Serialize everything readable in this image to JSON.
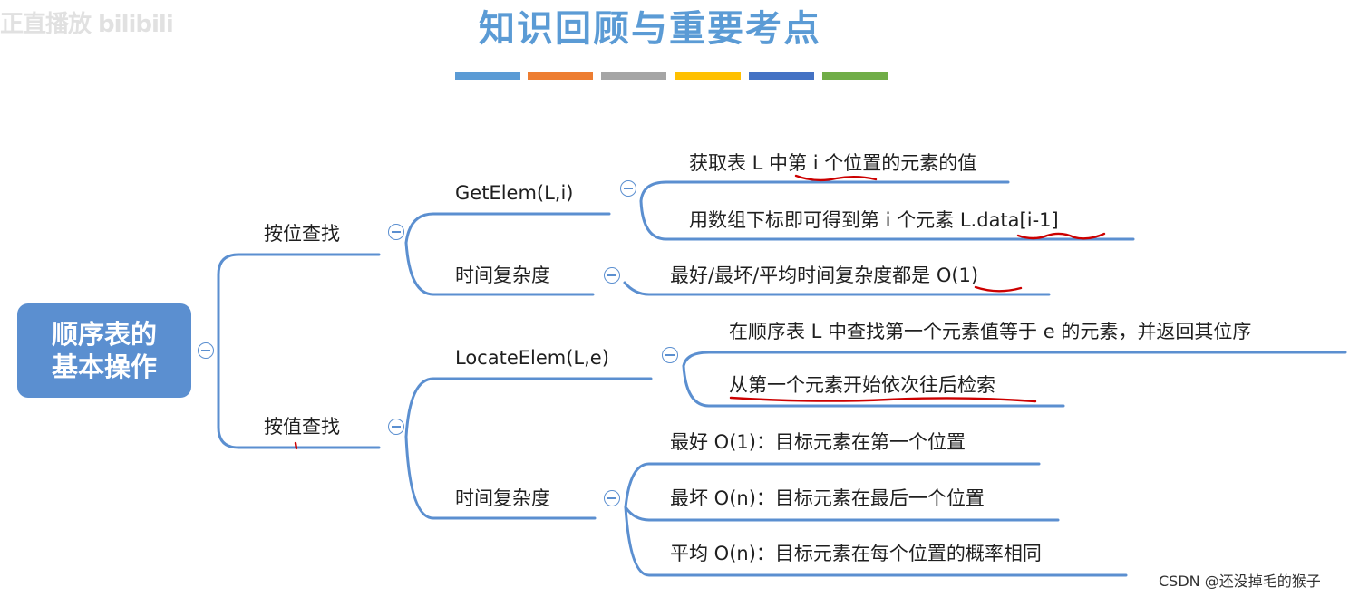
{
  "watermark": {
    "top_left": "正直播放 bilibili",
    "bottom_right": "CSDN @还没掉毛的猴子"
  },
  "title": "知识回顾与重要考点",
  "colors": {
    "title": "#5b9bd5",
    "root_fill": "#5b8fd0",
    "connector": "#5b8fd0",
    "annotation": "#cc0000",
    "title_bar": [
      "#5b9bd5",
      "#ed7d31",
      "#a5a5a5",
      "#ffc000",
      "#4472c4",
      "#70ad47"
    ]
  },
  "root": {
    "label_line1": "顺序表的",
    "label_line2": "基本操作"
  },
  "branches": [
    {
      "label": "按位查找",
      "children": [
        {
          "label": "GetElem(L,i)",
          "children": [
            {
              "label": "获取表 L 中第 i 个位置的元素的值"
            },
            {
              "label": "用数组下标即可得到第 i 个元素 L.data[i-1]"
            }
          ]
        },
        {
          "label": "时间复杂度",
          "children": [
            {
              "label": "最好/最坏/平均时间复杂度都是 O(1)"
            }
          ]
        }
      ]
    },
    {
      "label": "按值查找",
      "children": [
        {
          "label": "LocateElem(L,e)",
          "children": [
            {
              "label": "在顺序表 L 中查找第一个元素值等于 e 的元素，并返回其位序"
            },
            {
              "label": "从第一个元素开始依次往后检索"
            }
          ]
        },
        {
          "label": "时间复杂度",
          "children": [
            {
              "label": "最好 O(1)：目标元素在第一个位置"
            },
            {
              "label": "最坏 O(n)：目标元素在最后一个位置"
            },
            {
              "label": "平均 O(n)：目标元素在每个位置的概率相同"
            }
          ]
        }
      ]
    }
  ]
}
